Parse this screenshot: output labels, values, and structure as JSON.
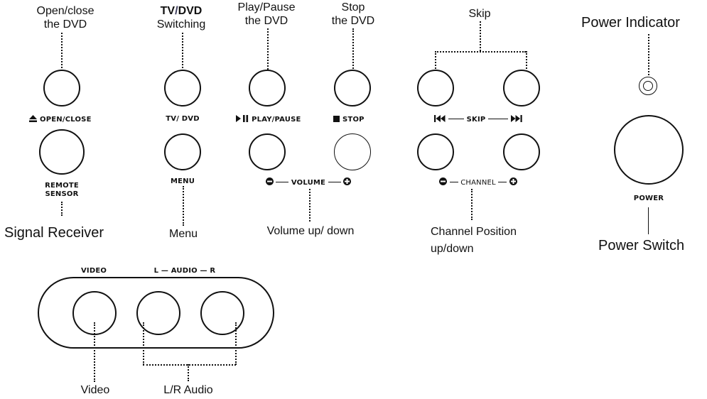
{
  "callouts": {
    "open_close_line1": "Open/close",
    "open_close_line2": "the DVD",
    "tv_dvd_tv": "TV",
    "tv_dvd_slash": "/",
    "tv_dvd_dvd": "DVD",
    "tv_dvd_line2": "Switching",
    "play_pause_line1": "Play/Pause",
    "play_pause_line2": "the DVD",
    "stop_line1": "Stop",
    "stop_line2": "the DVD",
    "skip": "Skip",
    "power_indicator": "Power Indicator",
    "signal_receiver": "Signal Receiver",
    "menu": "Menu",
    "volume": "Volume up/ down",
    "channel_line1": "Channel Position",
    "channel_line2": "up/down",
    "power_switch": "Power Switch",
    "video": "Video",
    "lr_audio": "L/R Audio"
  },
  "panel": {
    "open_close": "OPEN/CLOSE",
    "remote_line1": "REMOTE",
    "remote_line2": "SENSOR",
    "tv_dvd": "TV/ DVD",
    "menu": "MENU",
    "play_pause": "PLAY/PAUSE",
    "stop": "STOP",
    "volume": "VOLUME",
    "skip": "SKIP",
    "channel": "CHANNEL",
    "power": "POWER",
    "video": "VIDEO",
    "audio": "L — AUDIO — R"
  },
  "icons": [
    "eject-icon",
    "play-pause-icon",
    "stop-icon",
    "skip-back-icon",
    "skip-forward-icon",
    "minus-icon",
    "plus-icon"
  ],
  "colors": {
    "ink": "#111111",
    "background": "#ffffff"
  }
}
